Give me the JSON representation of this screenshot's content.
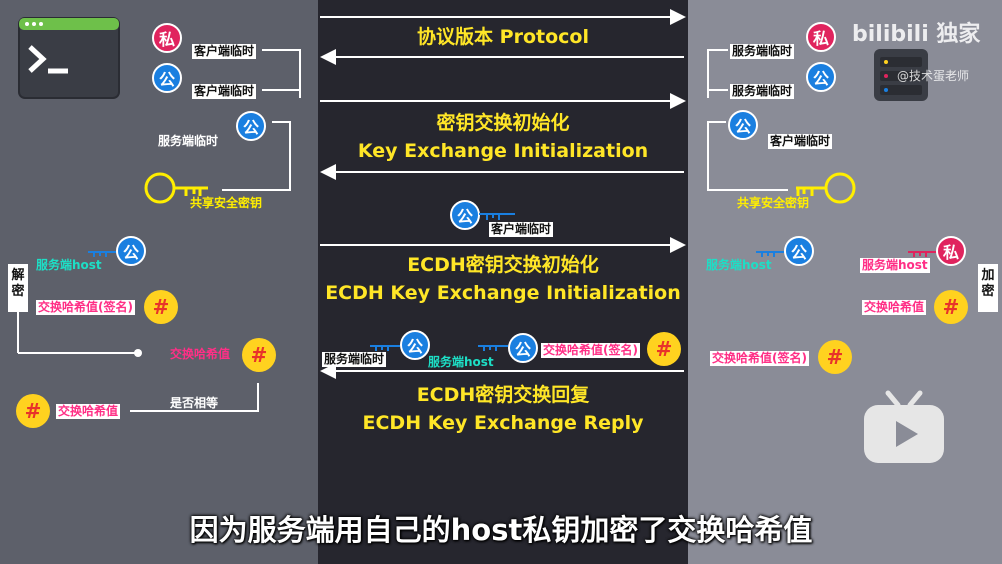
{
  "watermark": {
    "brand": "bilibili",
    "exclusive": "独家",
    "author": "@技术蛋老师"
  },
  "center": {
    "msg1": "协议版本 Protocol",
    "msg2_cn": "密钥交换初始化",
    "msg2_en": "Key Exchange Initialization",
    "msg3_key_label": "客户端临时",
    "msg3_cn": "ECDH密钥交换初始化",
    "msg3_en": "ECDH Key Exchange Initialization",
    "msg4_key1": "服务端临时",
    "msg4_key2": "服务端host",
    "msg4_hash": "交换哈希值(签名)",
    "msg4_cn": "ECDH密钥交换回复",
    "msg4_en": "ECDH Key Exchange Reply"
  },
  "left": {
    "priv_label": "客户端临时",
    "pub_label": "客户端临时",
    "server_pub_label": "服务端临时",
    "shared_key": "共享安全密钥",
    "host_key": "服务端host",
    "signed_hash": "交换哈希值(签名)",
    "decrypt": [
      "解",
      "密"
    ],
    "computed_hash": "交换哈希值",
    "compare_hash": "交换哈希值",
    "is_equal": "是否相等"
  },
  "right": {
    "priv_label": "服务端临时",
    "pub_label": "服务端临时",
    "client_pub_label": "客户端临时",
    "shared_key": "共享安全密钥",
    "host_pub": "服务端host",
    "host_priv": "服务端host",
    "hash": "交换哈希值",
    "encrypt": [
      "加",
      "密"
    ],
    "signed_hash": "交换哈希值(签名)"
  },
  "icons": {
    "private": "私",
    "public": "公",
    "hash": "#"
  },
  "subtitle": "因为服务端用自己的host私钥加密了交换哈希值",
  "colors": {
    "center_text": "#ffe627",
    "host_label": "#1ddfc6",
    "hash_label": "#ff2f86",
    "shared_key": "#ffee00",
    "public_key": "#1a7fe0",
    "private_key": "#e0245e",
    "hash_circle": "#ffd21f"
  }
}
